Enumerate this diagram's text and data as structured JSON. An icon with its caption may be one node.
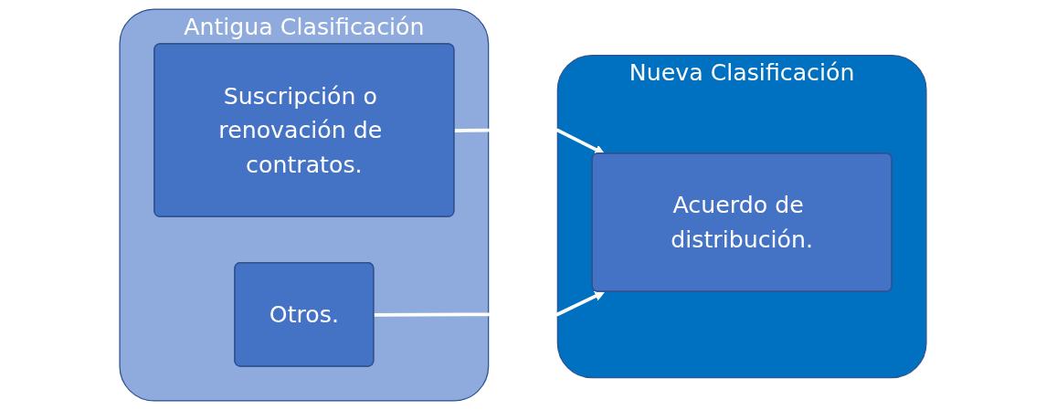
{
  "diagram": {
    "nodes": [
      {
        "text": [
          "Antigua Clasificación"
        ]
      },
      {
        "text": [
          "Suscripción o renovación de contratos."
        ],
        "in": 0
      },
      {
        "text": [
          "Otros."
        ],
        "in": 0
      },
      {
        "text": [
          "Nueva Clasificación"
        ]
      },
      {
        "text": [
          "Acuerdo de distribución."
        ],
        "in": 3
      }
    ],
    "edges": [
      {
        "from": 1,
        "to": 4,
        "arrow": "to"
      },
      {
        "from": 2,
        "to": 4,
        "arrow": "to"
      }
    ]
  }
}
